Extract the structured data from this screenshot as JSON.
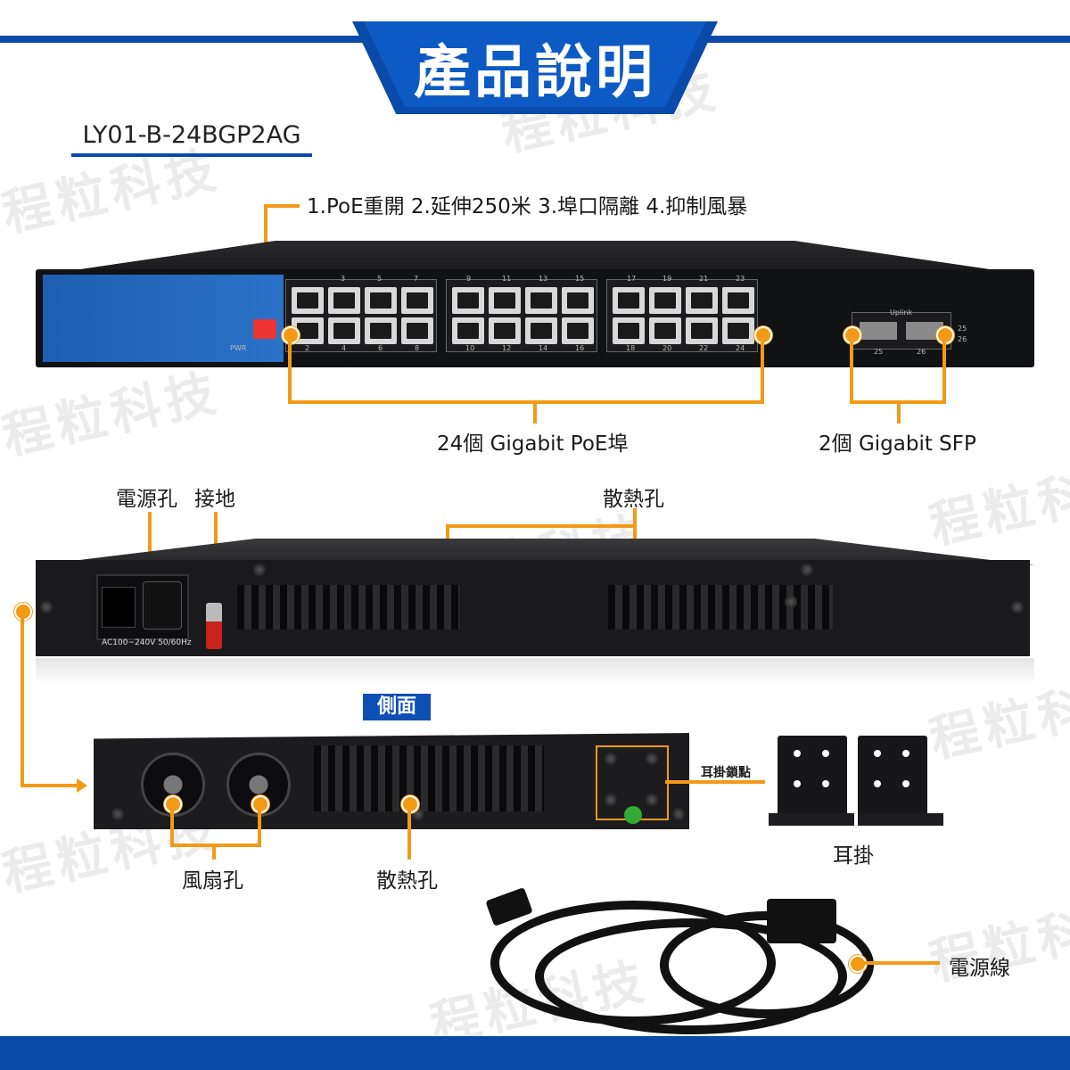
{
  "header": {
    "title": "產品說明",
    "model": "LY01-B-24BGP2AG"
  },
  "watermark": {
    "text": "程粒科技"
  },
  "front_panel": {
    "features_label": "1.PoE重開  2.延伸250米  3.埠口隔離  4.抑制風暴",
    "poe_ports_label": "24個 Gigabit PoE埠",
    "sfp_label": "2個 Gigabit SFP",
    "pwr_text": "PWR",
    "uplink_text": "Uplink",
    "top_numbers": [
      "3",
      "5",
      "7",
      "9",
      "11",
      "13",
      "15",
      "17",
      "19",
      "21",
      "23"
    ],
    "bottom_numbers": [
      "2",
      "4",
      "6",
      "8",
      "10",
      "12",
      "14",
      "16",
      "18",
      "20",
      "22",
      "24"
    ],
    "sfp_numbers": [
      "25",
      "26"
    ]
  },
  "rear_panel": {
    "power_label": "電源孔",
    "ground_label": "接地",
    "vent_label": "散熱孔",
    "voltage_text": "AC100~240V 50/60Hz"
  },
  "side_panel": {
    "tag": "側面",
    "fan_label": "風扇孔",
    "vent_label": "散熱孔",
    "ear_lock_label": "耳掛鎖點",
    "ear_label": "耳掛"
  },
  "accessories": {
    "cable_label": "電源線"
  },
  "colors": {
    "brand_blue": "#0a4aa8",
    "callout_orange": "#f29a16"
  }
}
